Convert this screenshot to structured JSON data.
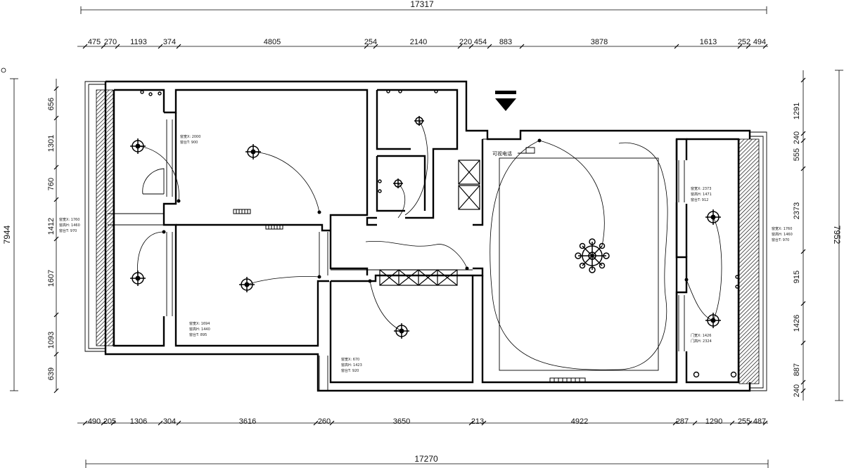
{
  "dimensions": {
    "top_total": "17317",
    "top_segments": [
      "475",
      "270",
      "1193",
      "374",
      "4805",
      "254",
      "2140",
      "220",
      "454",
      "883",
      "3878",
      "1613",
      "252",
      "494"
    ],
    "bottom_total": "17270",
    "bottom_segments": [
      "490",
      "205",
      "1306",
      "304",
      "3616",
      "260",
      "3650",
      "213",
      "4922",
      "287",
      "1290",
      "255",
      "487"
    ],
    "left_total": "7944",
    "left_segments": [
      "656",
      "1301",
      "760",
      "1412",
      "1607",
      "1093",
      "639"
    ],
    "right_total": "7952",
    "right_segments": [
      "1291",
      "240",
      "555",
      "2373",
      "915",
      "1426",
      "887",
      "240"
    ]
  },
  "labels": {
    "video_phone": "可视电话"
  },
  "window_notes": [
    {
      "lines": [
        "窗宽X: 2000",
        "窗台T: 900"
      ]
    },
    {
      "lines": [
        "窗宽X: 1760",
        "窗高H: 1460",
        "窗台T: 970"
      ]
    },
    {
      "lines": [
        "窗宽X: 1694",
        "窗高H: 1440",
        "窗台T: 895"
      ]
    },
    {
      "lines": [
        "窗宽X: 670",
        "窗高H: 1423",
        "窗台T: 920"
      ]
    },
    {
      "lines": [
        "窗宽X: 2373",
        "窗高H: 1471",
        "窗台T: 912"
      ]
    },
    {
      "lines": [
        "门宽X: 1426",
        "门高H: 2324"
      ]
    },
    {
      "lines": [
        "窗宽X: 1760",
        "窗高H: 1460",
        "窗台T: 970"
      ]
    }
  ]
}
